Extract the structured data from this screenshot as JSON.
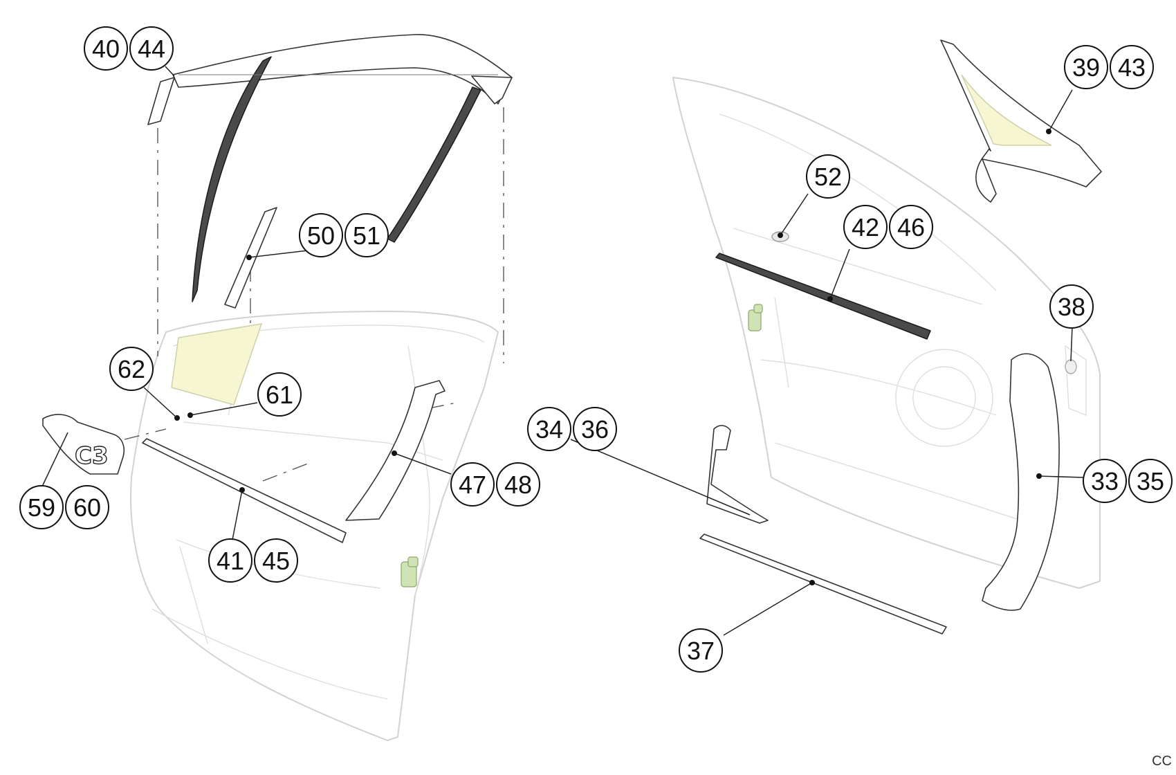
{
  "callouts": [
    {
      "id": "c40",
      "label": "40"
    },
    {
      "id": "c44",
      "label": "44"
    },
    {
      "id": "c50",
      "label": "50"
    },
    {
      "id": "c51",
      "label": "51"
    },
    {
      "id": "c62",
      "label": "62"
    },
    {
      "id": "c61",
      "label": "61"
    },
    {
      "id": "c59",
      "label": "59"
    },
    {
      "id": "c60",
      "label": "60"
    },
    {
      "id": "c41",
      "label": "41"
    },
    {
      "id": "c45",
      "label": "45"
    },
    {
      "id": "c47",
      "label": "47"
    },
    {
      "id": "c48",
      "label": "48"
    },
    {
      "id": "c34",
      "label": "34"
    },
    {
      "id": "c36",
      "label": "36"
    },
    {
      "id": "c37",
      "label": "37"
    },
    {
      "id": "c52",
      "label": "52"
    },
    {
      "id": "c42",
      "label": "42"
    },
    {
      "id": "c46",
      "label": "46"
    },
    {
      "id": "c39",
      "label": "39"
    },
    {
      "id": "c43",
      "label": "43"
    },
    {
      "id": "c38",
      "label": "38"
    },
    {
      "id": "c33",
      "label": "33"
    },
    {
      "id": "c35",
      "label": "35"
    }
  ],
  "badge_text": "C3",
  "corner_tag": "CC",
  "colors": {
    "glass": "#f6f6d2",
    "ghost_outline": "#d2d2d2",
    "part_outline": "#2a2a2a",
    "clip_green": "#cfe3b5"
  }
}
